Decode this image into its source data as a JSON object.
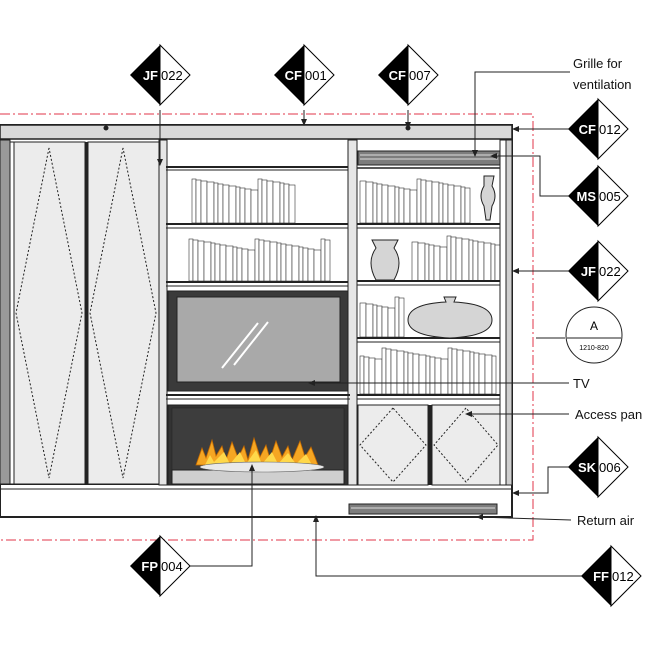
{
  "tags": [
    {
      "id": "tag-jf022-top",
      "letters": "JF",
      "number": "022"
    },
    {
      "id": "tag-cf001",
      "letters": "CF",
      "number": "001"
    },
    {
      "id": "tag-cf007",
      "letters": "CF",
      "number": "007"
    },
    {
      "id": "tag-cf012",
      "letters": "CF",
      "number": "012"
    },
    {
      "id": "tag-ms005",
      "letters": "MS",
      "number": "005"
    },
    {
      "id": "tag-jf022-right",
      "letters": "JF",
      "number": "022"
    },
    {
      "id": "tag-sk006",
      "letters": "SK",
      "number": "006"
    },
    {
      "id": "tag-fp004",
      "letters": "FP",
      "number": "004"
    },
    {
      "id": "tag-ff012",
      "letters": "FF",
      "number": "012"
    }
  ],
  "notes": {
    "grille_line1": "Grille for",
    "grille_line2": "ventilation",
    "tv": "TV",
    "access_panel": "Access pan",
    "return_air": "Return air"
  },
  "section_marker": {
    "letter": "A",
    "sheet": "1210-820"
  },
  "colors": {
    "line": "#222222",
    "panel_fill": "#ececec",
    "tv_screen": "#a9a9a9",
    "fireplace_dark": "#333333",
    "flame": "#f5a623",
    "red_dash": "#e0344a"
  }
}
